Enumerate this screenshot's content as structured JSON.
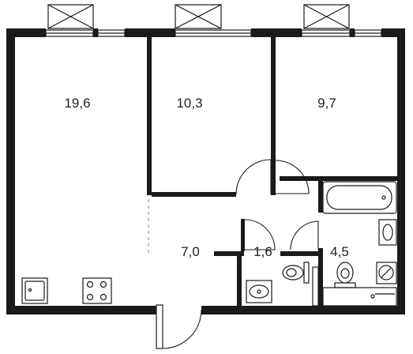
{
  "plan": {
    "rooms": [
      {
        "id": "living-kitchen",
        "area": "19,6"
      },
      {
        "id": "bedroom-middle",
        "area": "10,3"
      },
      {
        "id": "bedroom-right",
        "area": "9,7"
      },
      {
        "id": "hallway",
        "area": "7,0"
      },
      {
        "id": "wc",
        "area": "1,6"
      },
      {
        "id": "bathroom",
        "area": "4,5"
      }
    ],
    "colors": {
      "wall": "#1a1a1a",
      "background": "#ffffff",
      "label": "#222222"
    }
  }
}
